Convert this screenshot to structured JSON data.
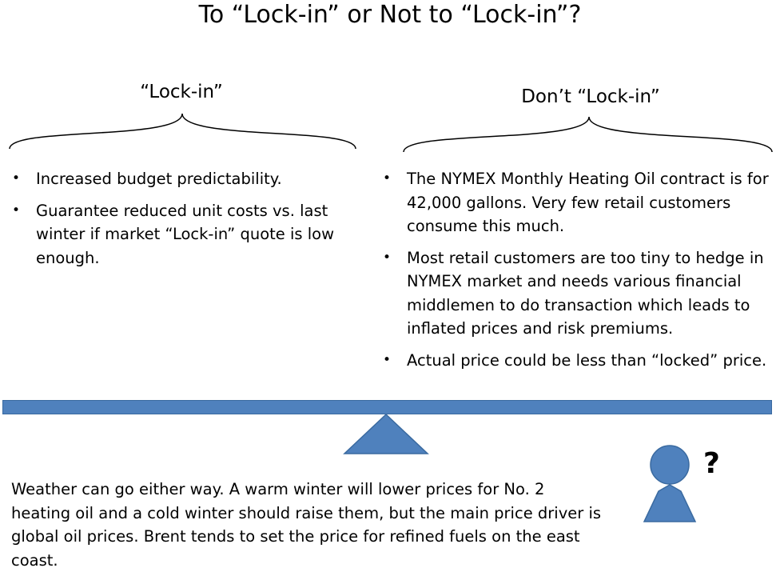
{
  "title": "To “Lock-in” or Not to “Lock-in”?",
  "left": {
    "heading": "“Lock-in”",
    "bullets": [
      "Increased budget predictability.",
      "Guarantee reduced unit costs vs. last winter if market “Lock-in” quote is low enough."
    ]
  },
  "right": {
    "heading": "Don’t “Lock-in”",
    "bullets": [
      "The NYMEX Monthly Heating Oil contract is for 42,000 gallons. Very few retail customers consume this much.",
      "Most retail customers are too tiny to hedge in NYMEX market and needs various financial middlemen to do transaction which leads to inflated prices and risk premiums.",
      "Actual price could be less than “locked” price."
    ]
  },
  "weather_note": "Weather can go either way. A warm winter will lower prices for No. 2 heating oil and a cold winter should raise them, but the main price driver is global oil prices. Brent tends to set the price for refined fuels on the east coast.",
  "person": {
    "symbol": "?"
  },
  "colors": {
    "accent": "#4f81bd",
    "accent_border": "#3a6aa0"
  },
  "icons": {
    "scale": "balance-scale-icon",
    "person": "person-icon"
  }
}
